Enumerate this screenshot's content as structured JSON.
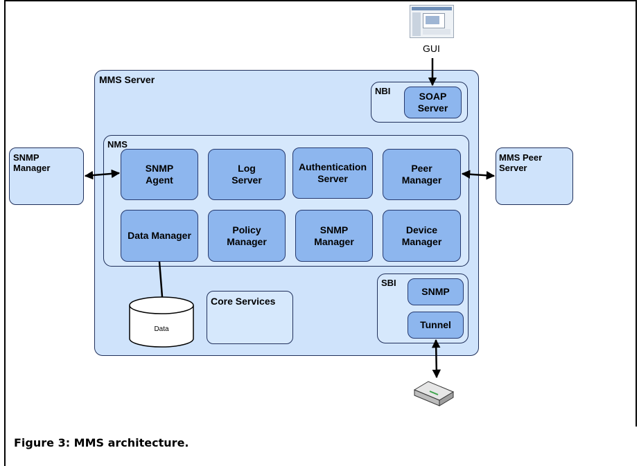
{
  "diagram": {
    "gui": {
      "label": "GUI"
    },
    "mms_server": {
      "label": "MMS Server"
    },
    "nbi": {
      "label": "NBI",
      "soap_server": "SOAP\nServer"
    },
    "nms": {
      "label": "NMS",
      "modules": {
        "snmp_agent": "SNMP\nAgent",
        "log_server": "Log\nServer",
        "authentication_server": "Authentication\nServer",
        "peer_manager": "Peer\nManager",
        "data_manager": "Data Manager",
        "policy_manager": "Policy\nManager",
        "snmp_manager": "SNMP\nManager",
        "device_manager": "Device\nManager"
      }
    },
    "snmp_manager_external": {
      "label": "SNMP\nManager"
    },
    "mms_peer_server": {
      "label": "MMS Peer\nServer"
    },
    "data_store": {
      "label": "Data"
    },
    "core_services": {
      "label": "Core Services"
    },
    "sbi": {
      "label": "SBI",
      "snmp": "SNMP",
      "tunnel": "Tunnel"
    }
  },
  "caption": "Figure 3: MMS architecture.",
  "colors": {
    "container_fill": "#cfe3fb",
    "module_fill": "#8db6ee",
    "border": "#1f2f5a"
  }
}
